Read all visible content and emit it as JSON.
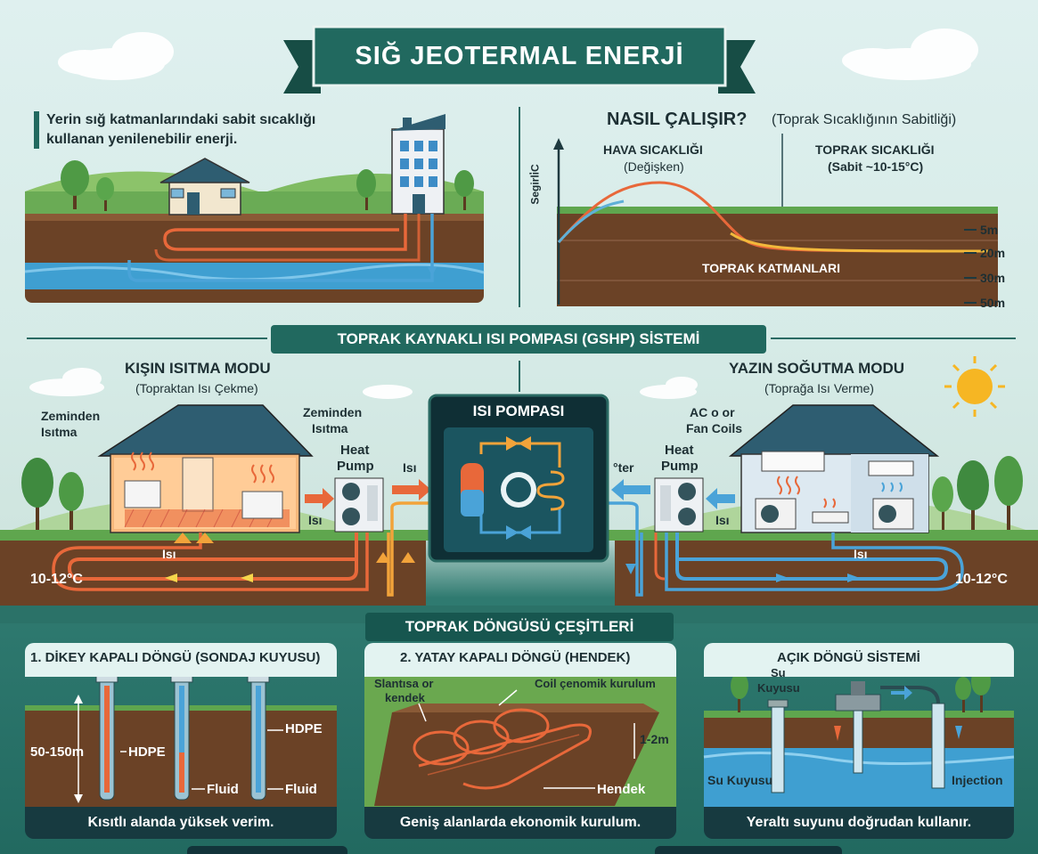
{
  "title": "SIĞ JEOTERMAL ENERJİ",
  "intro": {
    "line1": "Yerin sığ katmanlarındaki sabit sıcaklığı",
    "line2": "kullanan yenilenebilir enerji."
  },
  "how": {
    "heading": "NASIL ÇALIŞIR?",
    "subheading": "(Toprak Sıcaklığının Sabitliği)",
    "air_label": "HAVA SICAKLIĞI",
    "air_sub": "(Değişken)",
    "ground_label": "TOPRAK SICAKLIĞI",
    "ground_sub": "(Sabit ~10-15°C)",
    "y_axis": "Segirli̇C",
    "layers_label": "TOPRAK KATMANLARI",
    "depths": [
      "5m",
      "20m",
      "30m",
      "50m"
    ]
  },
  "gshp": {
    "title": "TOPRAK KAYNAKLI ISI POMPASI (GSHP) SİSTEMİ",
    "winter": {
      "title": "KIŞIN ISITMA MODU",
      "sub": "(Topraktan Isı Çekme)",
      "floor_left_1": "Zeminden",
      "floor_left_2": "Isıtma",
      "floor_right_1": "Zeminden",
      "floor_right_2": "Isıtma",
      "hp_1": "Heat",
      "hp_2": "Pump",
      "isi_1": "Isı",
      "isi_2": "Isı",
      "isi_3": "Isı",
      "temp": "10-12°C"
    },
    "pump": {
      "title": "ISI POMPASI",
      "side_label": "°ter"
    },
    "summer": {
      "title": "YAZIN SOĞUTMA MODU",
      "sub": "(Toprağa Isı Verme)",
      "ac_1": "AC o or",
      "ac_2": "Fan Coils",
      "hp_1": "Heat",
      "hp_2": "Pump",
      "isi_1": "Isı",
      "isi_2": "Isı",
      "temp": "10-12°C"
    }
  },
  "loops": {
    "title": "TOPRAK DÖNGÜSÜ ÇEŞİTLERİ",
    "vertical": {
      "title": "1. DİKEY KAPALI DÖNGÜ (SONDAJ KUYUSU)",
      "depth": "50-150m",
      "hdpe_1": "HDPE",
      "hdpe_2": "HDPE",
      "fluid_1": "Fluid",
      "fluid_2": "Fluid",
      "caption": "Kısıtlı alanda yüksek verim."
    },
    "horizontal": {
      "title": "2. YATAY KAPALI DÖNGÜ (HENDEK)",
      "label_1a": "Slantısa or",
      "label_1b": "kendek",
      "label_2": "Coil çenomik kurulum",
      "depth": "1-2m",
      "trench": "Hendek",
      "caption": "Geniş alanlarda ekonomik kurulum."
    },
    "open": {
      "title": "AÇIK DÖNGÜ SİSTEMİ",
      "well_1": "Su",
      "well_2": "Kuyusu",
      "well_bottom": "Su Kuyusu",
      "injection": "Injection",
      "caption": "Yeraltı suyunu doğrudan kullanır."
    }
  },
  "colors": {
    "teal": "#21695f",
    "dark_navy": "#12343a",
    "warm_pipe": "#e8683a",
    "cool_pipe": "#4aa3d8",
    "soil": "#5e3a22"
  }
}
